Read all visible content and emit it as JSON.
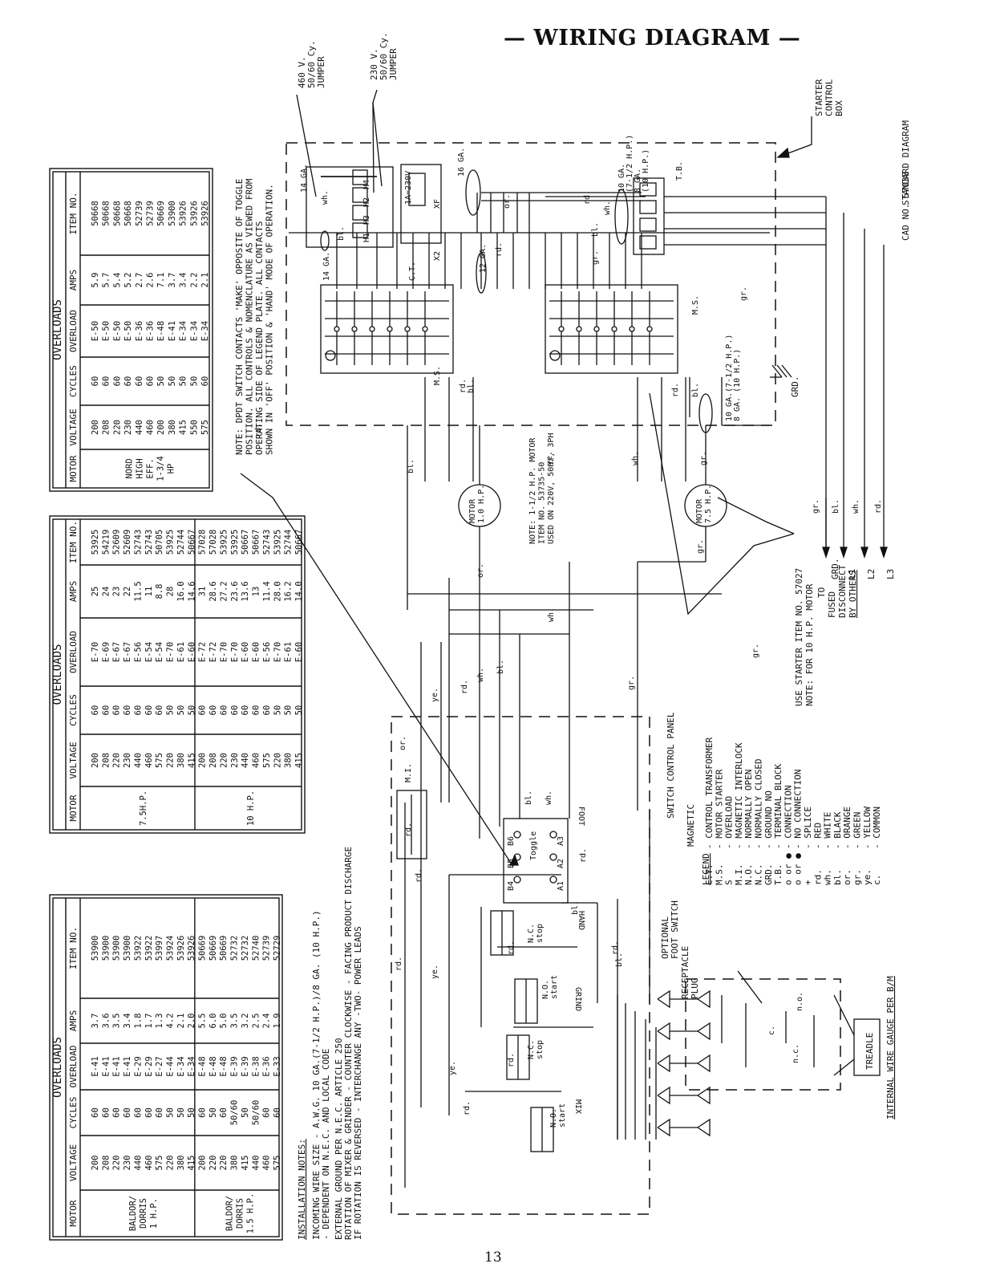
{
  "title": "— WIRING DIAGRAM —",
  "page_number": "13",
  "standard_diagram": "STANDARD DIAGRAM",
  "cad_number": "CAD NO. 57038",
  "starter_control_box": [
    "STARTER",
    "CONTROL",
    "BOX"
  ],
  "jumper_460": [
    "460 V.",
    "50/60 Cy.",
    "JUMPER"
  ],
  "jumper_230": [
    "230 V.",
    "50/60 Cy.",
    "JUMPER"
  ],
  "tables": {
    "headers": [
      "MOTOR",
      "VOLTAGE",
      "CYCLES",
      "OVERLOAD",
      "AMPS",
      "ITEM NO."
    ],
    "title": "OVERLOADS",
    "table1": {
      "groups": [
        {
          "motor": [
            "BALDOR/",
            "DORRIS",
            "1 H.P."
          ],
          "rows": [
            [
              "200",
              "60",
              "E-41",
              "3.7",
              "53900"
            ],
            [
              "208",
              "60",
              "E-41",
              "3.6",
              "53900"
            ],
            [
              "220",
              "60",
              "E-41",
              "3.5",
              "53900"
            ],
            [
              "230",
              "60",
              "E-41",
              "3.4",
              "53900"
            ],
            [
              "440",
              "60",
              "E-29",
              "1.8",
              "53922"
            ],
            [
              "460",
              "60",
              "E-29",
              "1.7",
              "53922"
            ],
            [
              "575",
              "60",
              "E-27",
              "1.3",
              "53997"
            ],
            [
              "220",
              "50",
              "E-44",
              "4.2",
              "53924"
            ],
            [
              "380",
              "50",
              "E-34",
              "2.1",
              "53926"
            ],
            [
              "415",
              "50",
              "E-34",
              "2.0",
              "53926"
            ]
          ]
        },
        {
          "motor": [
            "BALDOR/",
            "DORRIS",
            "1.5 H.P."
          ],
          "rows": [
            [
              "200",
              "60",
              "E-48",
              "5.5",
              "50669"
            ],
            [
              "220",
              "50",
              "E-48",
              "6.0",
              "50669"
            ],
            [
              "220",
              "60",
              "E-48",
              "5.0",
              "50669"
            ],
            [
              "380",
              "50/60",
              "E-39",
              "3.5",
              "52732"
            ],
            [
              "415",
              "50",
              "E-39",
              "3.2",
              "52732"
            ],
            [
              "440",
              "50/60",
              "E-38",
              "2.5",
              "52740"
            ],
            [
              "460",
              "60",
              "E-36",
              "2.4",
              "52739"
            ],
            [
              "575",
              "60",
              "E-33",
              "1.9",
              "52729"
            ]
          ]
        }
      ]
    },
    "table2": {
      "groups": [
        {
          "motor": [
            "7.5H.P."
          ],
          "rows": [
            [
              "200",
              "60",
              "E-70",
              "25",
              "53925"
            ],
            [
              "208",
              "60",
              "E-69",
              "24",
              "54219"
            ],
            [
              "220",
              "60",
              "E-67",
              "23",
              "52609"
            ],
            [
              "230",
              "60",
              "E-67",
              "22",
              "52609"
            ],
            [
              "440",
              "60",
              "E-56",
              "11.5",
              "52743"
            ],
            [
              "460",
              "60",
              "E-54",
              "11",
              "52743"
            ],
            [
              "575",
              "60",
              "E-54",
              "8.8",
              "50705"
            ],
            [
              "220",
              "50",
              "E-70",
              "28",
              "53925"
            ],
            [
              "380",
              "50",
              "E-61",
              "16.0",
              "52744"
            ],
            [
              "415",
              "50",
              "E-60",
              "14.6",
              "50667"
            ]
          ]
        },
        {
          "motor": [
            "10 H.P."
          ],
          "rows": [
            [
              "200",
              "60",
              "E-72",
              "31",
              "57028"
            ],
            [
              "208",
              "60",
              "E-72",
              "28.6",
              "57028"
            ],
            [
              "220",
              "60",
              "E-70",
              "27.2",
              "53925"
            ],
            [
              "230",
              "60",
              "E-70",
              "23.6",
              "53925"
            ],
            [
              "440",
              "60",
              "E-60",
              "13.6",
              "50667"
            ],
            [
              "460",
              "60",
              "E-60",
              "13",
              "50667"
            ],
            [
              "575",
              "60",
              "E-56",
              "11.4",
              "52743"
            ],
            [
              "220",
              "50",
              "E-70",
              "28.0",
              "53925"
            ],
            [
              "380",
              "50",
              "E-61",
              "16.2",
              "52744"
            ],
            [
              "415",
              "50",
              "E-60",
              "14.0",
              "50667"
            ]
          ]
        }
      ]
    },
    "table3": {
      "groups": [
        {
          "motor": [
            "NORD",
            "HIGH",
            "EFF.",
            "1-3/4",
            "HP"
          ],
          "rows": [
            [
              "200",
              "60",
              "E-50",
              "5.9",
              "50668"
            ],
            [
              "208",
              "60",
              "E-50",
              "5.7",
              "50668"
            ],
            [
              "220",
              "60",
              "E-50",
              "5.4",
              "50668"
            ],
            [
              "230",
              "60",
              "E-50",
              "5.2",
              "50668"
            ],
            [
              "440",
              "60",
              "E-36",
              "2.7",
              "52739"
            ],
            [
              "460",
              "60",
              "E-36",
              "2.6",
              "52739"
            ],
            [
              "200",
              "50",
              "E-48",
              "7.1",
              "50669"
            ],
            [
              "380",
              "50",
              "E-41",
              "3.7",
              "53900"
            ],
            [
              "415",
              "50",
              "E-34",
              "3.4",
              "53926"
            ],
            [
              "550",
              "50",
              "E-34",
              "2.2",
              "53926"
            ],
            [
              "575",
              "60",
              "E-34",
              "2.1",
              "53926"
            ]
          ]
        }
      ]
    }
  },
  "installation_notes": {
    "heading": "INSTALLATION NOTES:",
    "lines": [
      "INCOMING WIRE SIZE - A.W.G. 10 GA.(7-1/2 H.P.)/8 GA. (10 H.P.)",
      "                   - DEPENDENT ON N.E.C. AND LOCAL CODE",
      "EXTERNAL GROUND PER N.E.C. ARTICLE 250",
      "ROTATION OF MIXER & GRINDER - COUNTER CLOCKWISE - FACING PRODUCT DISCHARGE",
      "IF ROTATION IS REVERSED - INTERCHANGE ANY -TWO- POWER LEADS"
    ]
  },
  "dpdt_note": [
    "NOTE: DPDT SWITCH CONTACTS 'MAKE' OPPOSITE OF TOGGLE",
    "POSITION. ALL CONTROLS & NOMENCLATURE AS VIEWED FROM",
    "OPERATING SIDE OF LEGEND PLATE. ALL CONTACTS",
    "SHOWN IN 'OFF' POSITION & 'HAND' MODE OF OPERATION."
  ],
  "motor_note": [
    "NOTE: 1-1/2 H.P. MOTOR",
    "ITEM NO. 53735-50",
    "USED ON 220V, 50Hz, 3PH"
  ],
  "starter_note": [
    "USE STARTER ITEM NO. 57027",
    "NOTE: FOR 10 H.P. MOTOR"
  ],
  "fused_disconnect": [
    "TO",
    "FUSED",
    "DISCONNECT",
    "BY OTHERS"
  ],
  "legend": {
    "heading": "LEGEND",
    "items": [
      [
        "C.T.",
        "- CONTROL TRANSFORMER"
      ],
      [
        "M.S.",
        "- MOTOR STARTER"
      ],
      [
        "S",
        "- OVERLOAD"
      ],
      [
        "M.I.",
        "- MAGNETIC INTERLOCK"
      ],
      [
        "N.O.",
        "- NORMALLY OPEN"
      ],
      [
        "N.C.",
        "- NORMALLY CLOSED"
      ],
      [
        "GRD.",
        "- GROUND NO"
      ],
      [
        "T.B.",
        "- TERMINAL BLOCK"
      ],
      [
        "o or ●",
        "- CONNECTION"
      ],
      [
        "o or ●",
        "- NO CONNECTION"
      ],
      [
        "+",
        "- SPLICE"
      ],
      [
        "rd.",
        "- RED"
      ],
      [
        "wh.",
        "- WHITE"
      ],
      [
        "bl.",
        "- BLACK"
      ],
      [
        "or.",
        "- ORANGE"
      ],
      [
        "gr.",
        "- GREEN"
      ],
      [
        "ye.",
        "- YELLOW"
      ],
      [
        "c.",
        "- COMMON"
      ]
    ],
    "magnetic": "MAGNETIC"
  },
  "labels": {
    "switch_control_panel": "SWITCH CONTROL PANEL",
    "optional_foot_switch": [
      "OPTIONAL",
      "FOOT SWITCH"
    ],
    "receptacle_plug": [
      "RECEPTACLE",
      "PLUG"
    ],
    "internal_wire": "INTERNAL WIRE GAUGE PER B/M",
    "treadle": "TREADLE",
    "motor_10": [
      "MOTOR",
      "1.0 H.P."
    ],
    "motor_75": [
      "MOTOR",
      "7.5 H.P."
    ],
    "grd": "GRD.",
    "l1": "L1",
    "l2": "L2",
    "l3": "L3",
    "ms": "M.S.",
    "ct": "C.T.",
    "tb": "T.B.",
    "x2": "X2",
    "xf": "XF",
    "ga16": "16 GA.",
    "ga14": "14 GA.",
    "ga12": "12 GA.",
    "ga10": [
      "10 GA.",
      "(7-1/2 H.P.)",
      "8 GA.",
      "(10 H.P.)"
    ],
    "ga10b": [
      "10 GA.(7-1/2 H.P.)",
      "8 GA. (10 H.P.)"
    ],
    "ct_value": "1A=230V",
    "hand": "HAND",
    "foot": "FOOT",
    "toggle": "Toggle",
    "grind": "GRIND",
    "mix": "MIX",
    "mi": "M.I.",
    "nc_stop": [
      "N.C.",
      "stop"
    ],
    "no_start": [
      "N.O.",
      "start"
    ],
    "nc": "n.c.",
    "no": "n.o.",
    "c": "c.",
    "terminals_b": [
      "B4",
      "B5",
      "B6"
    ],
    "terminals_a": [
      "A1",
      "A2",
      "A3"
    ],
    "h_terms": [
      "H1",
      "H3",
      "H2",
      "H4"
    ],
    "colors": {
      "rd": "rd.",
      "wh": "wh.",
      "bl": "bl.",
      "or": "or.",
      "gr": "gr.",
      "ye": "ye."
    }
  }
}
